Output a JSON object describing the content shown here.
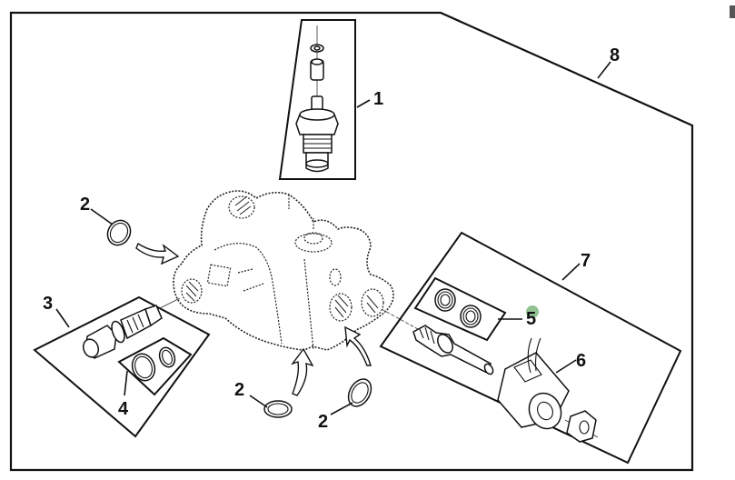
{
  "diagram": {
    "title": "Exploded parts view - hydraulic valve assembly",
    "accent_highlight_color": "#6fae6f",
    "callouts": [
      {
        "id": "1",
        "label": "1",
        "part": "cartridge-valve"
      },
      {
        "id": "2a",
        "label": "2",
        "part": "o-ring"
      },
      {
        "id": "2b",
        "label": "2",
        "part": "o-ring"
      },
      {
        "id": "2c",
        "label": "2",
        "part": "o-ring"
      },
      {
        "id": "3",
        "label": "3",
        "part": "relief-valve"
      },
      {
        "id": "4",
        "label": "4",
        "part": "seal-kit"
      },
      {
        "id": "5",
        "label": "5",
        "part": "spring-kit",
        "highlighted": true
      },
      {
        "id": "6",
        "label": "6",
        "part": "solenoid-coil"
      },
      {
        "id": "7",
        "label": "7",
        "part": "solenoid-valve-kit"
      },
      {
        "id": "8",
        "label": "8",
        "part": "valve-assembly"
      }
    ]
  }
}
